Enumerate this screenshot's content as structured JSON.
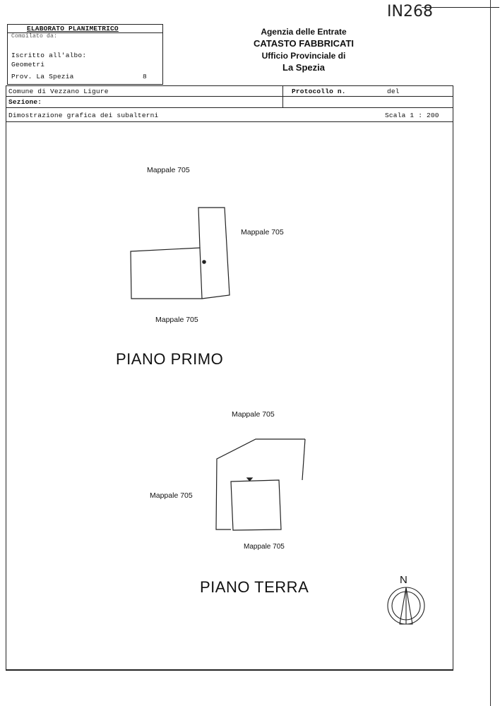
{
  "handwritten_ref": "IN268",
  "header": {
    "box_title": "ELABORATO PLANIMETRICO",
    "compilato_label": "Compilato da:",
    "iscritto_label": "Iscritto all'albo:",
    "iscritto_value": "Geometri",
    "prov_label": "Prov. La Spezia",
    "prov_number": "8",
    "agency_line1": "Agenzia delle Entrate",
    "agency_line2": "CATASTO FABBRICATI",
    "agency_line3": "Ufficio Provinciale di",
    "agency_line4": "La Spezia"
  },
  "info_rows": {
    "comune_label": "Comune di Vezzano Ligure",
    "protocollo_label": "Protocollo n.",
    "del_label": "del",
    "sezione_label": "Sezione:",
    "dimostrazione_label": "Dimostrazione grafica dei subalterni",
    "scala_label": "Scala 1 : 200"
  },
  "plan_upper": {
    "title": "PIANO PRIMO",
    "label_top": "Mappale 705",
    "label_right": "Mappale 705",
    "label_bottom": "Mappale 705"
  },
  "plan_lower": {
    "title": "PIANO TERRA",
    "label_top": "Mappale 705",
    "label_left": "Mappale 705",
    "label_bottom": "Mappale 705"
  },
  "north_arrow": {
    "letter": "N"
  }
}
